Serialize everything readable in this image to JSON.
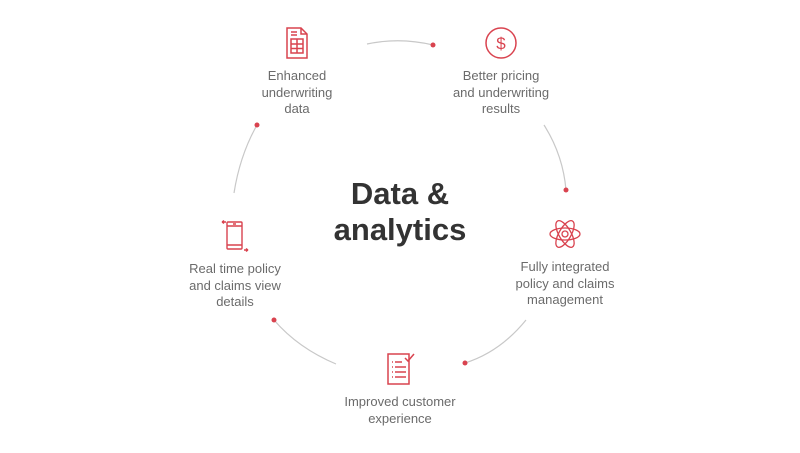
{
  "title_line1": "Data &",
  "title_line2": "analytics",
  "accent": "#d9434f",
  "nodes": [
    {
      "icon": "spreadsheet-icon",
      "lines": [
        "Enhanced",
        "underwriting",
        "data"
      ]
    },
    {
      "icon": "dollar-icon",
      "lines": [
        "Better pricing",
        "and underwriting",
        "results"
      ]
    },
    {
      "icon": "atom-icon",
      "lines": [
        "Fully integrated",
        "policy and claims",
        "management"
      ]
    },
    {
      "icon": "checklist-icon",
      "lines": [
        "Improved customer",
        "experience"
      ]
    },
    {
      "icon": "mobile-icon",
      "lines": [
        "Real time policy",
        "and claims view",
        "details"
      ]
    }
  ]
}
